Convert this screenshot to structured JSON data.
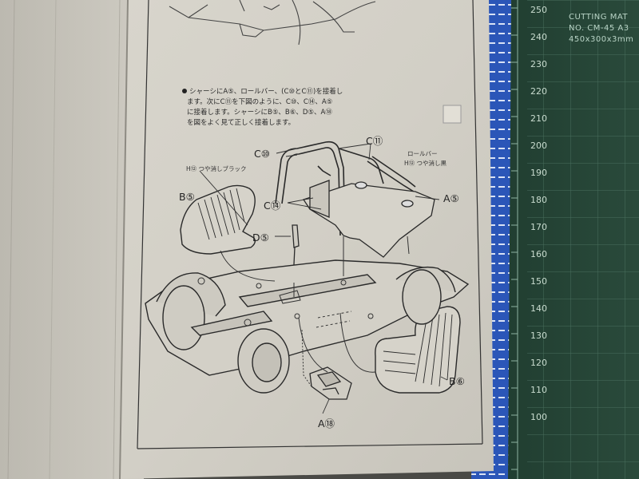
{
  "instructions": {
    "lines": [
      "シャーシにA⑤、ロールバー、(C⑩とC⑪)を接着し",
      "ます。次にC⑪を下図のように、C⑩、C⑭、A⑤",
      "に接着します。シャーシにB⑤、B⑥、D⑤、A⑱",
      "を図をよく見て正しく接着します。"
    ]
  },
  "parts": {
    "c10": "C⑩",
    "c11": "C⑪",
    "c14": "C⑭",
    "a5": "A⑤",
    "b5": "B⑤",
    "d5": "D⑤",
    "b6": "B⑥",
    "a18": "A⑱"
  },
  "notes": {
    "rollbar_title": "ロールバー",
    "rollbar_color": "H⑫ つや消し黒",
    "seat_color": "H⑫ つや消しブラック"
  },
  "cutting_mat": {
    "brand": "CUTTING MAT",
    "model": "NO. CM-45 A3",
    "size": "450x300x3mm",
    "ruler": [
      "250",
      "240",
      "230",
      "220",
      "210",
      "200",
      "190",
      "180",
      "170",
      "160",
      "150",
      "140",
      "130",
      "120",
      "110",
      "100"
    ]
  }
}
